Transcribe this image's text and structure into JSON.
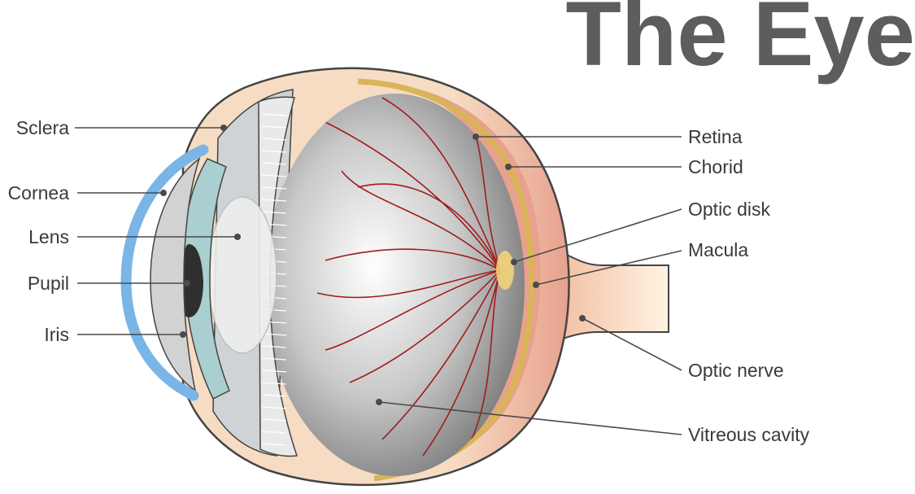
{
  "title": "The Eye",
  "labels": {
    "sclera": "Sclera",
    "cornea": "Cornea",
    "lens": "Lens",
    "pupil": "Pupil",
    "iris": "Iris",
    "retina": "Retina",
    "choroid": "Chorid",
    "optic_disk": "Optic disk",
    "macula": "Macula",
    "optic_nerve": "Optic nerve",
    "vitreous_cavity": "Vitreous cavity"
  },
  "colors": {
    "title": "#5d5d5d",
    "label": "#3a3a3a",
    "leader": "#4a4a4a",
    "outline": "#444444",
    "sclera": "#f6dcc3",
    "choroid_outer": "#e7a18d",
    "retina": "#d9b458",
    "cornea": "#79b5e6",
    "iris": "#a9cfd0",
    "pupil": "#2f2f2f",
    "vitreous_center": "#ffffff",
    "vitreous_edge": "#7a7a7a",
    "vessel": "#a11c1c",
    "optic_disk": "#f3d27a",
    "nerve": "#efb291"
  }
}
